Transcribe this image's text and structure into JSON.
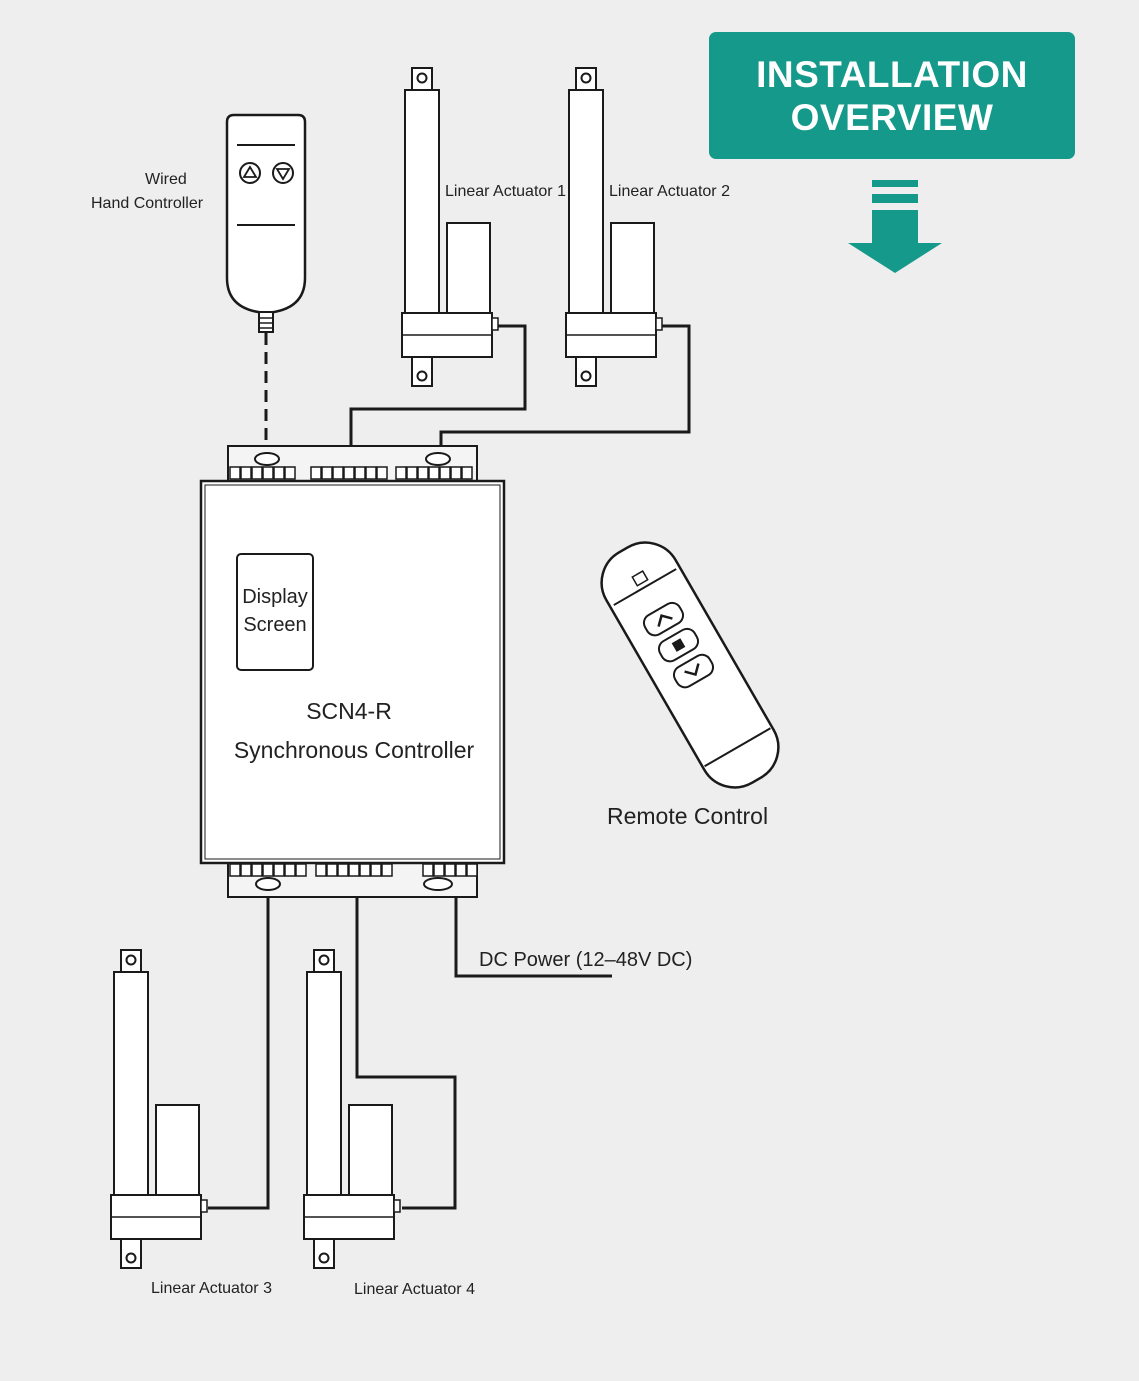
{
  "banner": {
    "line1": "INSTALLATION",
    "line2": "OVERVIEW"
  },
  "labels": {
    "wired_line1": "Wired",
    "wired_line2": "Hand Controller",
    "actuator1": "Linear Actuator 1",
    "actuator2": "Linear Actuator 2",
    "actuator3": "Linear Actuator 3",
    "actuator4": "Linear Actuator 4",
    "display_line1": "Display",
    "display_line2": "Screen",
    "controller_model": "SCN4-R",
    "controller_name": "Synchronous Controller",
    "remote": "Remote Control",
    "power": "DC Power (12–48V DC)"
  },
  "colors": {
    "accent": "#14998a",
    "background": "#eeeeee",
    "line": "#1a1a1a",
    "text": "#222222"
  },
  "icons": {
    "wired_up": "up-triangle-button",
    "wired_down": "down-triangle-button",
    "remote_up": "chevron-up-button",
    "remote_stop": "stop-square-button",
    "remote_down": "chevron-down-button",
    "banner_arrow": "down-arrow"
  }
}
